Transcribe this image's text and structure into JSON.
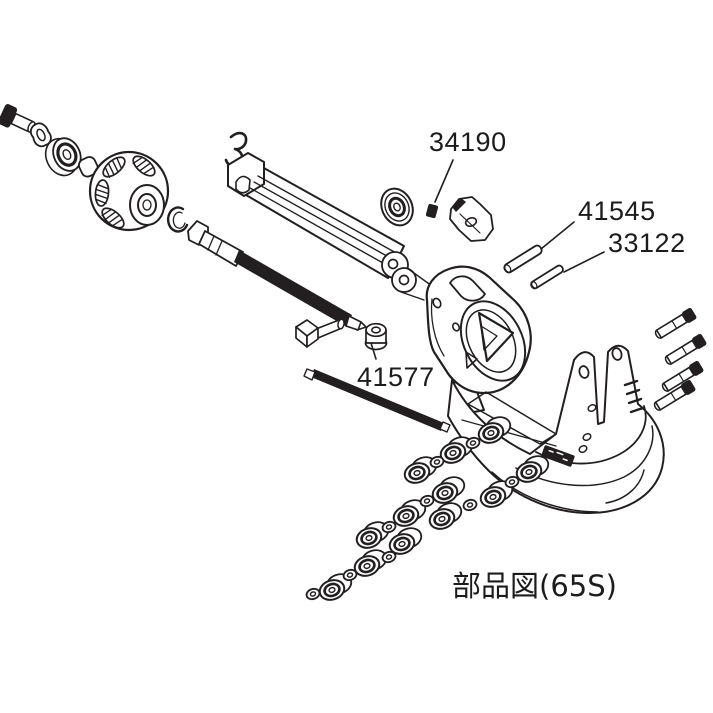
{
  "colors": {
    "background": "#ffffff",
    "line": "#231f20"
  },
  "diagram": {
    "title": "部品図(65S)",
    "part_labels": {
      "p34190": "34190",
      "p41545": "41545",
      "p33122": "33122",
      "p41577": "41577"
    }
  }
}
